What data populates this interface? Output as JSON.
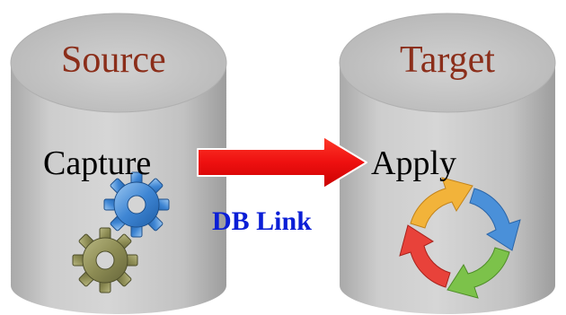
{
  "diagram": {
    "source": {
      "title": "Source",
      "action": "Capture",
      "icon": "gears-icon"
    },
    "target": {
      "title": "Target",
      "action": "Apply",
      "icon": "cycle-arrows-icon"
    },
    "connector": {
      "label": "DB Link",
      "arrow_color": "#ff1a1a",
      "label_color": "#0a1ed6"
    },
    "colors": {
      "title": "#8b2e1a",
      "cylinder_body": "#bdbdbd",
      "cylinder_top": "#c9c9c9"
    }
  }
}
